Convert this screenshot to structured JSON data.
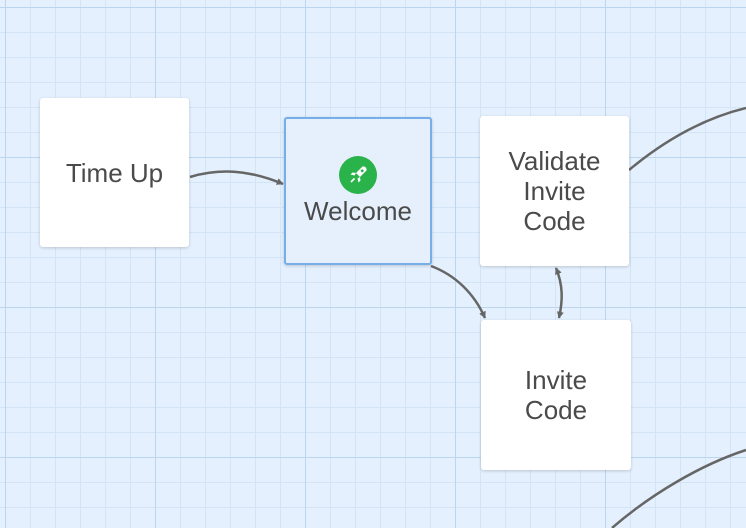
{
  "nodes": {
    "time_up": {
      "label": "Time Up"
    },
    "welcome": {
      "label": "Welcome",
      "icon": "rocket-icon",
      "selected": true
    },
    "validate_invite_code": {
      "label": "Validate\nInvite\nCode"
    },
    "invite_code": {
      "label": "Invite\nCode"
    }
  },
  "edges": [
    {
      "from": "Time Up",
      "to": "Welcome"
    },
    {
      "from": "Welcome",
      "to": "Invite Code"
    },
    {
      "from": "Validate Invite Code",
      "to": "Invite Code"
    },
    {
      "from": "Invite Code",
      "to": "Validate Invite Code"
    },
    {
      "from": "Validate Invite Code",
      "to": "offscreen"
    },
    {
      "from": "offscreen",
      "to": "offscreen"
    }
  ],
  "colors": {
    "canvas_bg": "#e4f0fd",
    "grid_major": "#bcd6f0",
    "grid_minor": "#d3e4f7",
    "node_bg": "#ffffff",
    "selected_border": "#78aee8",
    "start_icon_bg": "#2ab24b",
    "edge": "#666666",
    "text": "#4a4a4a"
  }
}
